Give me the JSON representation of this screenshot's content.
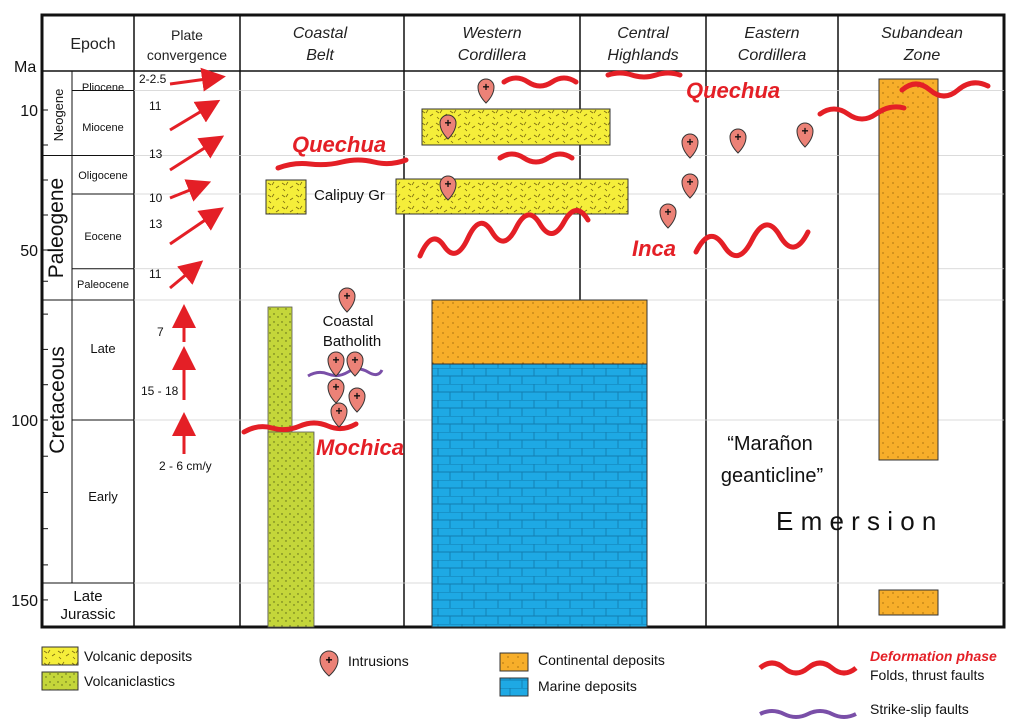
{
  "title": "",
  "axis": {
    "label": "Ma",
    "ticks": [
      10,
      50,
      100,
      150
    ],
    "range": [
      0,
      158
    ]
  },
  "header": {
    "epoch": "Epoch",
    "plate_convergence": [
      "Plate",
      "convergence"
    ],
    "zones": [
      [
        "Coastal",
        "Belt"
      ],
      [
        "Western",
        "Cordillera"
      ],
      [
        "Central",
        "Highlands"
      ],
      [
        "Eastern",
        "Cordillera"
      ],
      [
        "Subandean",
        "Zone"
      ]
    ]
  },
  "periods": [
    {
      "name": "Neogene",
      "from": 0,
      "to": 23
    },
    {
      "name": "Paleogene",
      "from": 23,
      "to": 66
    },
    {
      "name": "Cretaceous",
      "from": 66,
      "to": 145
    },
    {
      "name": "Late Jurassic",
      "from": 145,
      "to": 158
    }
  ],
  "epochs": [
    {
      "name": "Pliocene",
      "from": 0,
      "to": 5
    },
    {
      "name": "Miocene",
      "from": 5,
      "to": 23
    },
    {
      "name": "Oligocene",
      "from": 23,
      "to": 34
    },
    {
      "name": "Eocene",
      "from": 34,
      "to": 56
    },
    {
      "name": "Paleocene",
      "from": 56,
      "to": 66
    },
    {
      "name": "Late",
      "from": 66,
      "to": 100
    },
    {
      "name": "Early",
      "from": 100,
      "to": 145
    }
  ],
  "convergence_rates": [
    "2-2.5",
    "11",
    "13",
    "10",
    "13",
    "11",
    "7",
    "15 - 18",
    "2 - 6 cm/y"
  ],
  "deformation_phases": [
    "Quechua",
    "Quechua",
    "Inca",
    "Mochica"
  ],
  "labels": {
    "calipuy": "Calipuy Gr",
    "batholith": [
      "Coastal",
      "Batholith"
    ],
    "maranon": [
      "“Marañon",
      "geanticline”"
    ],
    "emersion": "E m e r s i o n"
  },
  "deposits": [
    {
      "zone": "Coastal Belt",
      "type": "Volcaniclastics",
      "from": 68,
      "to": 158
    },
    {
      "zone": "Coastal Belt",
      "type": "Volcanic deposits",
      "from": 27,
      "to": 37
    },
    {
      "zone": "Western Cordillera",
      "type": "Volcanic deposits",
      "from": 12,
      "to": 22
    },
    {
      "zone": "Western Cordillera",
      "type": "Volcanic deposits",
      "from": 28,
      "to": 38
    },
    {
      "zone": "Western Cordillera",
      "type": "Continental deposits",
      "from": 66,
      "to": 83
    },
    {
      "zone": "Western Cordillera",
      "type": "Marine deposits",
      "from": 83,
      "to": 158
    },
    {
      "zone": "Subandean Zone",
      "type": "Continental deposits",
      "from": 1,
      "to": 111
    },
    {
      "zone": "Subandean Zone",
      "type": "Continental deposits",
      "from": 146,
      "to": 153
    }
  ],
  "legend": {
    "volcanic": "Volcanic deposits",
    "volcaniclastics": "Volcaniclastics",
    "intrusions": "Intrusions",
    "continental": "Continental deposits",
    "marine": "Marine deposits",
    "deformation_title": "Deformation phase",
    "folds": "Folds, thrust faults",
    "strike_slip": "Strike-slip faults"
  },
  "colors": {
    "volcanic": "#f5ee3a",
    "volcaniclastics": "#c4d63a",
    "continental": "#f7ae2a",
    "marine": "#1ea9e4",
    "deformation": "#e41f26",
    "strike_slip": "#7a4fa8",
    "intrusion": "#ec8277",
    "convergence_arrow": "#e41f26"
  }
}
